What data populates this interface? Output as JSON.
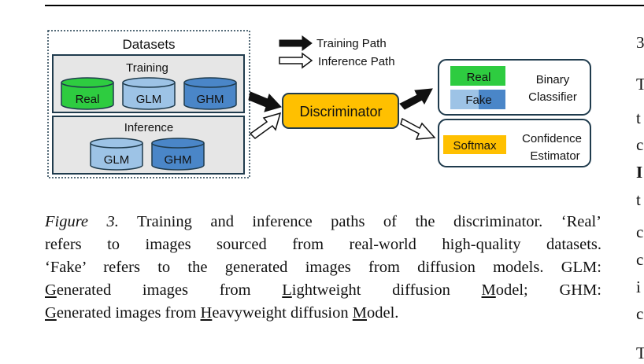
{
  "figure": {
    "datasets_title": "Datasets",
    "training_label": "Training",
    "inference_label": "Inference",
    "training_cylinders": [
      "Real",
      "GLM",
      "GHM"
    ],
    "inference_cylinders": [
      "GLM",
      "GHM"
    ],
    "legend": {
      "training_path": "Training Path",
      "inference_path": "Inference Path"
    },
    "discriminator": "Discriminator",
    "binary_classifier": {
      "real": "Real",
      "fake": "Fake",
      "label_line1": "Binary",
      "label_line2": "Classifier"
    },
    "confidence_estimator": {
      "softmax": "Softmax",
      "label_line1": "Confidence",
      "label_line2": "Estimator"
    },
    "colors": {
      "real_green": "#2ecc40",
      "glm_light_blue": "#9dc3e6",
      "ghm_blue": "#4a86c8",
      "discriminator_orange": "#ffc000",
      "panel_gray": "#e6e6e6",
      "dark_border": "#1f3b4d"
    }
  },
  "caption": {
    "lines": [
      [
        "Figure 3.",
        " Training and inference paths of the discriminator. ‘Real’"
      ],
      [
        "refers to images sourced from real-world high-quality datasets."
      ],
      [
        "‘Fake’ refers to the generated images from diffusion models. GLM:"
      ],
      [
        "G",
        "enerated images from ",
        "L",
        "ightweight diffusion ",
        "M",
        "odel; GHM:"
      ],
      [
        "G",
        "enerated images from ",
        "H",
        "eavyweight diffusion ",
        "M",
        "odel."
      ]
    ]
  },
  "right_column_fragments": [
    "3",
    "T",
    "t",
    "c",
    "I",
    "t",
    "c",
    "c",
    "i",
    "c",
    "T"
  ]
}
